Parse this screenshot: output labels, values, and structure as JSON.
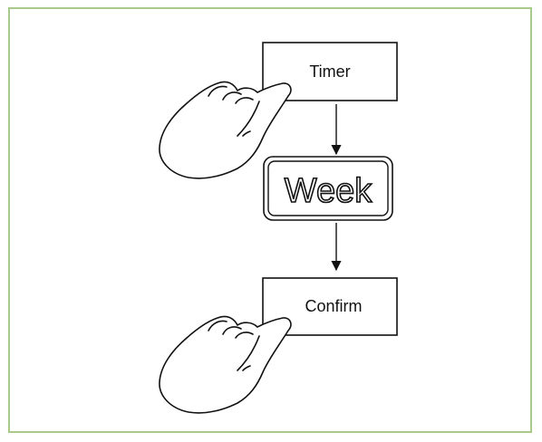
{
  "diagram": {
    "buttons": {
      "timer": "Timer",
      "confirm": "Confirm"
    },
    "display": "Week"
  },
  "colors": {
    "frame_border": "#a9c98a",
    "stroke": "#111111",
    "background": "#ffffff"
  },
  "icons": {
    "hand": "pressing-hand-icon",
    "arrow": "arrow-down-icon"
  }
}
